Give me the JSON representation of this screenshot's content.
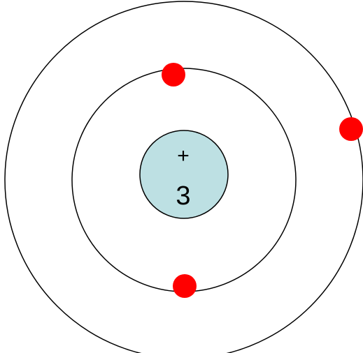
{
  "nucleus": {
    "charge_symbol": "+",
    "value": "3",
    "fill_color": "#bde0e3"
  },
  "electron_color": "#ff0000",
  "shells": [
    {
      "name": "inner-shell",
      "electrons": 2
    },
    {
      "name": "outer-shell",
      "electrons": 1
    }
  ]
}
